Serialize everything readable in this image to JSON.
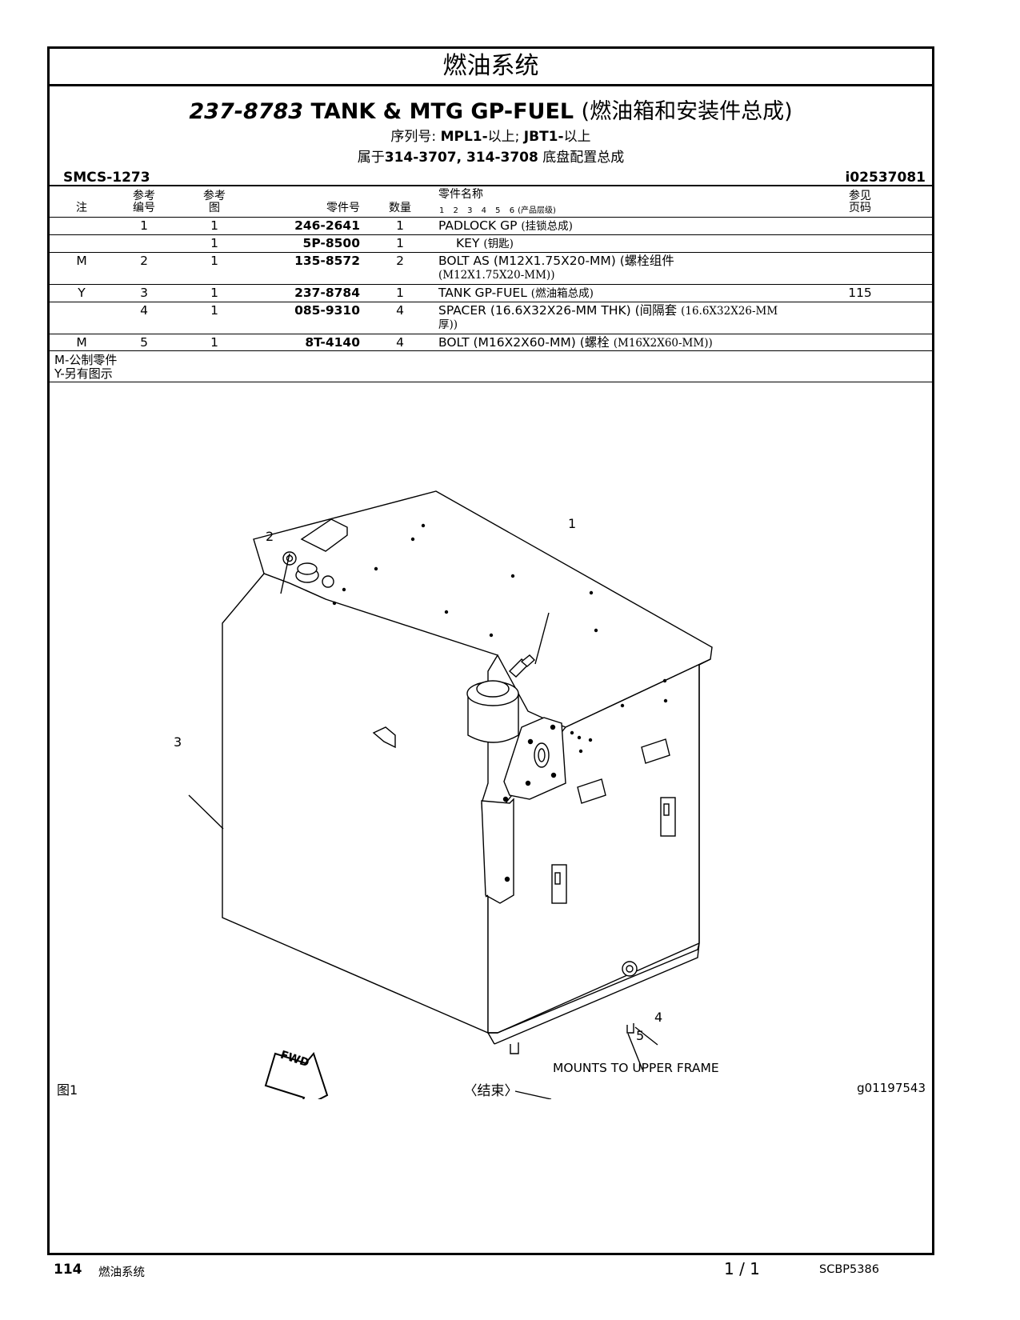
{
  "section": {
    "title": "燃油系统"
  },
  "header": {
    "part_number": "237-8783",
    "name_en": "TANK & MTG GP-FUEL",
    "name_cn": "(燃油箱和安装件总成)",
    "serial_label": "序列号:",
    "serial_1": "MPL1-",
    "serial_1_suffix": "以上;",
    "serial_2": "JBT1-",
    "serial_2_suffix": "以上",
    "member_prefix": "属于",
    "member_parts": "314-3707, 314-3708",
    "member_suffix": "底盘配置总成",
    "smcs": "SMCS-1273",
    "illustration_id": "i02537081"
  },
  "table": {
    "headers": {
      "note": "注",
      "ref_no_1": "参考",
      "ref_no_2": "编号",
      "ref_fig_1": "参考",
      "ref_fig_2": "图",
      "part_no": "零件号",
      "qty": "数量",
      "part_name": "零件名称",
      "levels": "1 2 3 4 5 6",
      "levels_note": "(产品层级)",
      "see_page_1": "参见",
      "see_page_2": "页码"
    },
    "rows": [
      {
        "note": "",
        "ref": "1",
        "fig": "1",
        "part": "246-2641",
        "qty": "1",
        "desc": "PADLOCK GP",
        "desc_cn": "(挂锁总成)",
        "page": ""
      },
      {
        "note": "",
        "ref": "",
        "fig": "1",
        "part": "5P-8500",
        "qty": "1",
        "desc": "KEY",
        "desc_cn": "(钥匙)",
        "page": ""
      },
      {
        "note": "M",
        "ref": "2",
        "fig": "1",
        "part": "135-8572",
        "qty": "2",
        "desc": "BOLT AS (M12X1.75X20-MM) (螺栓组件",
        "desc_cn": "(M12X1.75X20-MM))",
        "page": ""
      },
      {
        "note": "Y",
        "ref": "3",
        "fig": "1",
        "part": "237-8784",
        "qty": "1",
        "desc": "TANK GP-FUEL",
        "desc_cn": "(燃油箱总成)",
        "page": "115"
      },
      {
        "note": "",
        "ref": "4",
        "fig": "1",
        "part": "085-9310",
        "qty": "4",
        "desc": "SPACER (16.6X32X26-MM THK) (间隔套",
        "desc_cn": "(16.6X32X26-MM",
        "desc_3": "厚))",
        "page": ""
      },
      {
        "note": "M",
        "ref": "5",
        "fig": "1",
        "part": "8T-4140",
        "qty": "4",
        "desc": "BOLT (M16X2X60-MM) (螺栓",
        "desc_cn": "(M16X2X60-MM))",
        "page": ""
      }
    ]
  },
  "legend": {
    "m": "M-公制零件",
    "y": "Y-另有图示"
  },
  "diagram": {
    "callouts": [
      "1",
      "2",
      "3",
      "4",
      "5"
    ],
    "fwd_label": "FWD",
    "mount_note": "MOUNTS TO UPPER FRAME",
    "figure_label": "图1",
    "end_label": "〈结束〉",
    "graphic_id": "g01197543"
  },
  "footer": {
    "page_number": "114",
    "section_name": "燃油系统",
    "page_of": "1 / 1",
    "doc_id": "SCBP5386"
  }
}
